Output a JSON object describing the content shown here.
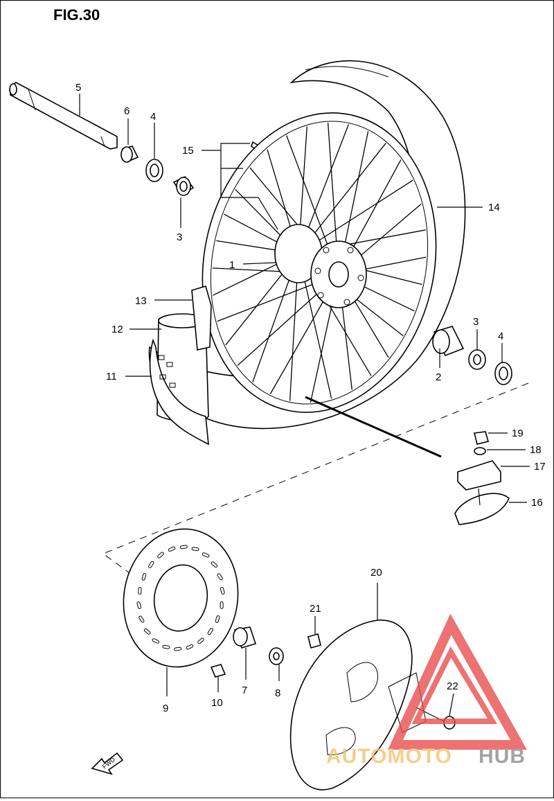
{
  "figure": {
    "title": "FIG.30"
  },
  "callouts": [
    {
      "id": "c1",
      "label": "1"
    },
    {
      "id": "c2",
      "label": "2"
    },
    {
      "id": "c3a",
      "label": "3"
    },
    {
      "id": "c3b",
      "label": "3"
    },
    {
      "id": "c4a",
      "label": "4"
    },
    {
      "id": "c4b",
      "label": "4"
    },
    {
      "id": "c5",
      "label": "5"
    },
    {
      "id": "c6",
      "label": "6"
    },
    {
      "id": "c7",
      "label": "7"
    },
    {
      "id": "c8",
      "label": "8"
    },
    {
      "id": "c9",
      "label": "9"
    },
    {
      "id": "c10",
      "label": "10"
    },
    {
      "id": "c11",
      "label": "11"
    },
    {
      "id": "c12",
      "label": "12"
    },
    {
      "id": "c13",
      "label": "13"
    },
    {
      "id": "c14",
      "label": "14"
    },
    {
      "id": "c15",
      "label": "15"
    },
    {
      "id": "c16",
      "label": "16"
    },
    {
      "id": "c17",
      "label": "17"
    },
    {
      "id": "c18",
      "label": "18"
    },
    {
      "id": "c19",
      "label": "19"
    },
    {
      "id": "c20",
      "label": "20"
    },
    {
      "id": "c21",
      "label": "21"
    },
    {
      "id": "c22",
      "label": "22"
    }
  ],
  "fwd_label": "FWD",
  "watermark": {
    "text_a": "AUTOMOTO",
    "text_b": "HUB",
    "color_a": "#f5c06a",
    "color_b": "#8a8a8a",
    "logo_color": "#e84b4b"
  }
}
